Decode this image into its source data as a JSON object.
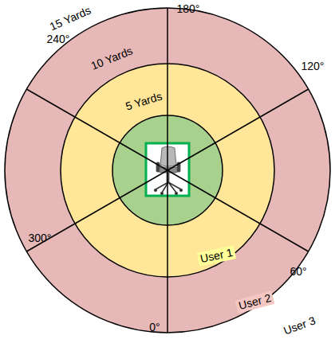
{
  "diagram": {
    "nodes": [
      {
        "text": [
          "15 Yards"
        ]
      },
      {
        "text": [
          "10 Yards"
        ],
        "in": 0
      },
      {
        "text": [
          "5 Yards"
        ],
        "in": 1
      }
    ],
    "labels": [
      "180°",
      "240°",
      "120°",
      "300°",
      "60°",
      "0°",
      "User 1",
      "User 2",
      "User 3"
    ]
  }
}
